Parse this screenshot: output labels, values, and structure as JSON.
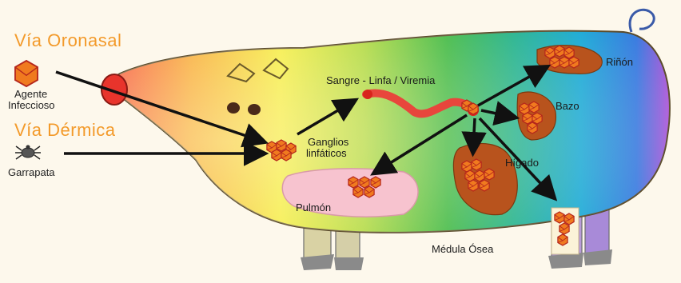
{
  "routes": {
    "oronasal": {
      "title": "Vía Oronasal",
      "caption_line1": "Agente",
      "caption_line2": "Infeccioso",
      "icon": "virus-icon"
    },
    "dermica": {
      "title": "Vía Dérmica",
      "caption": "Garrapata",
      "icon": "tick-icon"
    }
  },
  "labels": {
    "blood": "Sangre - Linfa / Viremia",
    "lymph_line1": "Ganglios",
    "lymph_line2": "linfáticos",
    "kidney": "Riñón",
    "spleen": "Bazo",
    "liver": "Hígado",
    "lung": "Pulmón",
    "marrow": "Médula Ósea"
  },
  "colors": {
    "route_text": "#f39a2a",
    "virus_fill": "#f07a1f",
    "virus_stroke": "#b5261c",
    "arrow": "#111111",
    "blood_vessel": "#e8463c",
    "organ": "#b8531d",
    "lung": "#f7c3cf"
  }
}
